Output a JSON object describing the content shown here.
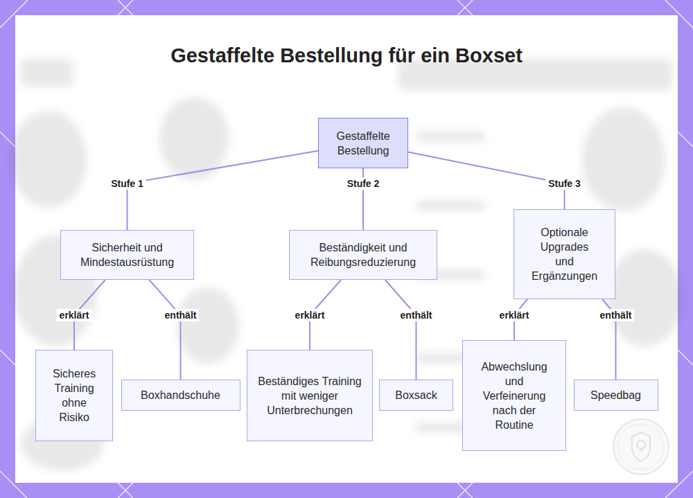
{
  "diagram": {
    "title": "Gestaffelte Bestellung für ein Boxset",
    "nodes": [
      {
        "text": [
          "Gestaffelte Bestellung"
        ]
      },
      {
        "text": [
          "Sicherheit und Mindestausrüstung"
        ]
      },
      {
        "text": [
          "Beständigkeit und Reibungsreduzierung"
        ]
      },
      {
        "text": [
          "Optionale Upgrades und Ergänzungen"
        ]
      },
      {
        "text": [
          "Sicheres Training ohne Risiko"
        ]
      },
      {
        "text": [
          "Boxhandschuhe"
        ]
      },
      {
        "text": [
          "Beständiges Training mit weniger Unterbrechungen"
        ]
      },
      {
        "text": [
          "Boxsack"
        ]
      },
      {
        "text": [
          "Abwechslung und Verfeinerung nach der Routine"
        ]
      },
      {
        "text": [
          "Speedbag"
        ]
      }
    ],
    "edges": [
      {
        "from": 0,
        "to": 1,
        "label": "Stufe 1",
        "arrow": "none"
      },
      {
        "from": 0,
        "to": 2,
        "label": "Stufe 2",
        "arrow": "none"
      },
      {
        "from": 0,
        "to": 3,
        "label": "Stufe 3",
        "arrow": "none"
      },
      {
        "from": 1,
        "to": 4,
        "label": "erklärt",
        "arrow": "none"
      },
      {
        "from": 1,
        "to": 5,
        "label": "enthält",
        "arrow": "none"
      },
      {
        "from": 2,
        "to": 6,
        "label": "erklärt",
        "arrow": "none"
      },
      {
        "from": 2,
        "to": 7,
        "label": "enthält",
        "arrow": "none"
      },
      {
        "from": 3,
        "to": 8,
        "label": "erklärt",
        "arrow": "none"
      },
      {
        "from": 3,
        "to": 9,
        "label": "enthält",
        "arrow": "none"
      }
    ]
  }
}
